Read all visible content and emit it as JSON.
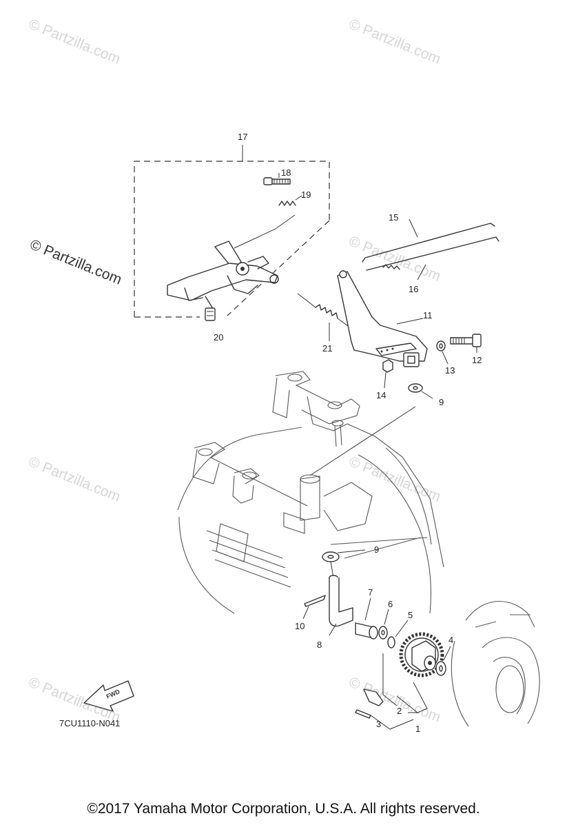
{
  "watermark": "© Partzilla.com",
  "diagram_code": "7CU1110-N041",
  "fwd_label": "FWD",
  "copyright": "©2017 Yamaha Motor Corporation, U.S.A. All rights reserved.",
  "callouts": [
    "1",
    "2",
    "3",
    "4",
    "5",
    "6",
    "7",
    "8",
    "9",
    "9",
    "10",
    "11",
    "12",
    "13",
    "14",
    "15",
    "16",
    "17",
    "18",
    "19",
    "20",
    "21"
  ],
  "colors": {
    "line": "#333333",
    "watermark": "#d6d6d6",
    "background": "#ffffff"
  }
}
